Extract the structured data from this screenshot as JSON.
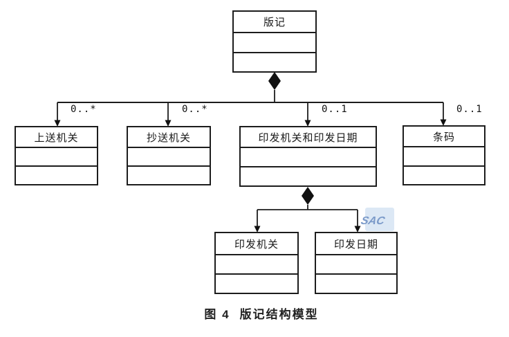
{
  "diagram": {
    "type": "uml-class-composition-diagram",
    "caption": {
      "prefix": "图 4",
      "title": "版记结构模型"
    },
    "watermark": {
      "text": "SAC"
    },
    "root": {
      "title": "版记"
    },
    "children": [
      {
        "title": "上送机关",
        "multiplicity": "0..*"
      },
      {
        "title": "抄送机关",
        "multiplicity": "0..*"
      },
      {
        "title": "印发机关和印发日期",
        "multiplicity": "0..1"
      },
      {
        "title": "条码",
        "multiplicity": "0..1"
      }
    ],
    "subchildren": [
      {
        "title": "印发机关"
      },
      {
        "title": "印发日期"
      }
    ],
    "colors": {
      "line": "#1c1c1c",
      "background": "#ffffff",
      "watermark_bg": "#dce8f5",
      "watermark_text": "#7b9ac9"
    }
  }
}
